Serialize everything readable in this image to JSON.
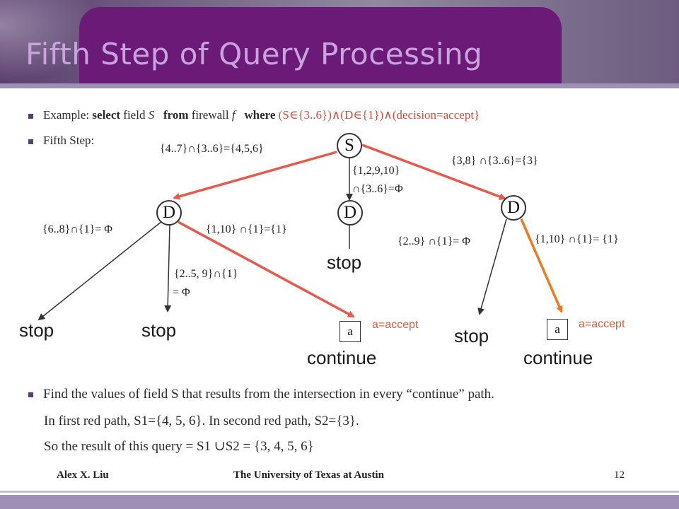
{
  "slide": {
    "title": "Fifth Step of Query Processing",
    "bullet1": {
      "prefix": "Example: ",
      "select": "select",
      "field_word": " field ",
      "field_var": "S",
      "from": "from",
      "firewall_word": " firewall ",
      "firewall_var": "f",
      "where": "where",
      "condition": " (S∈{3..6})∧(D∈{1})∧(decision=accept}"
    },
    "bullet2": "Fifth Step:",
    "tree": {
      "root": "S",
      "node_left": "D",
      "node_mid": "D",
      "node_right": "D",
      "box_left": "a",
      "box_right": "a",
      "labels": {
        "root_left": "{4..7}∩{3..6}={4,5,6}",
        "root_mid_1": "{1,2,9,10}",
        "root_mid_2": "∩{3..6}=Φ",
        "root_right": "{3,8} ∩{3..6}={3}",
        "d1_left": "{6..8}∩{1}= Φ",
        "d1_mid_1": "{2..5, 9}∩{1}",
        "d1_mid_2": "= Φ",
        "d1_right": "{1,10} ∩{1}={1}",
        "d3_left": "{2..9} ∩{1}= Φ",
        "d3_right": "{1,10} ∩{1}= {1}"
      },
      "stop": "stop",
      "continue": "continue",
      "accept": "a=accept"
    },
    "bullet3": "Find the values of field S that results from the intersection in every “continue” path.",
    "line2": "In first red path, S1={4, 5, 6}. In second red path, S2={3}.",
    "line3": "So the result of this query = S1 ∪S2 = {3, 4, 5, 6}",
    "footer": {
      "author": "Alex X. Liu",
      "institution": "The University of Texas at Austin",
      "page": "12"
    }
  }
}
